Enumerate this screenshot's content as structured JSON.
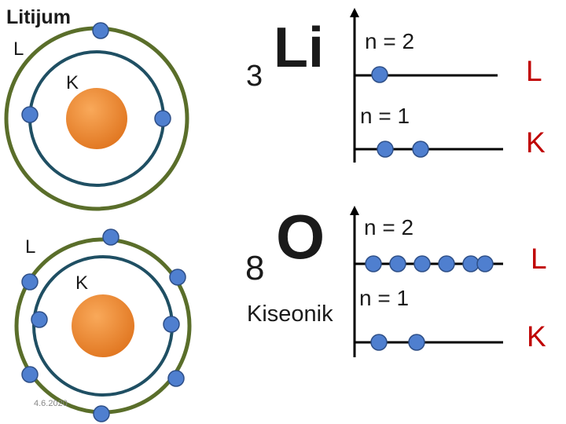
{
  "slide": {
    "title": "Litijum",
    "date": "4.6.2020",
    "colors": {
      "outer_shell": "#5a6e2a",
      "inner_shell": "#1f4f63",
      "electron": "#4f7fcf",
      "electron_stroke": "#2e4f87",
      "nucleus_light": "#f9a95a",
      "nucleus_dark": "#e0751f",
      "shell_letter": "#c00000",
      "text": "#1a1a1a",
      "axis": "#000000"
    }
  },
  "atoms": [
    {
      "id": "lithium",
      "outer_shell_label": "L",
      "inner_shell_label": "K",
      "inner_electrons": 2,
      "outer_electrons": 1,
      "symbol": "Li",
      "atomic_number": "3",
      "mass_number": "",
      "name": ""
    },
    {
      "id": "oxygen",
      "outer_shell_label": "L",
      "inner_shell_label": "K",
      "inner_electrons": 2,
      "outer_electrons": 6,
      "symbol": "O",
      "atomic_number": "",
      "mass_number": "8",
      "name": "Kiseonik"
    }
  ],
  "energy_diagrams": [
    {
      "id": "lithium-levels",
      "levels": [
        {
          "label": "n = 2",
          "shell": "L",
          "electrons": 1
        },
        {
          "label": "n = 1",
          "shell": "K",
          "electrons": 2
        }
      ]
    },
    {
      "id": "oxygen-levels",
      "levels": [
        {
          "label": "n = 2",
          "shell": "L",
          "electrons": 6
        },
        {
          "label": "n = 1",
          "shell": "K",
          "electrons": 2
        }
      ]
    }
  ]
}
